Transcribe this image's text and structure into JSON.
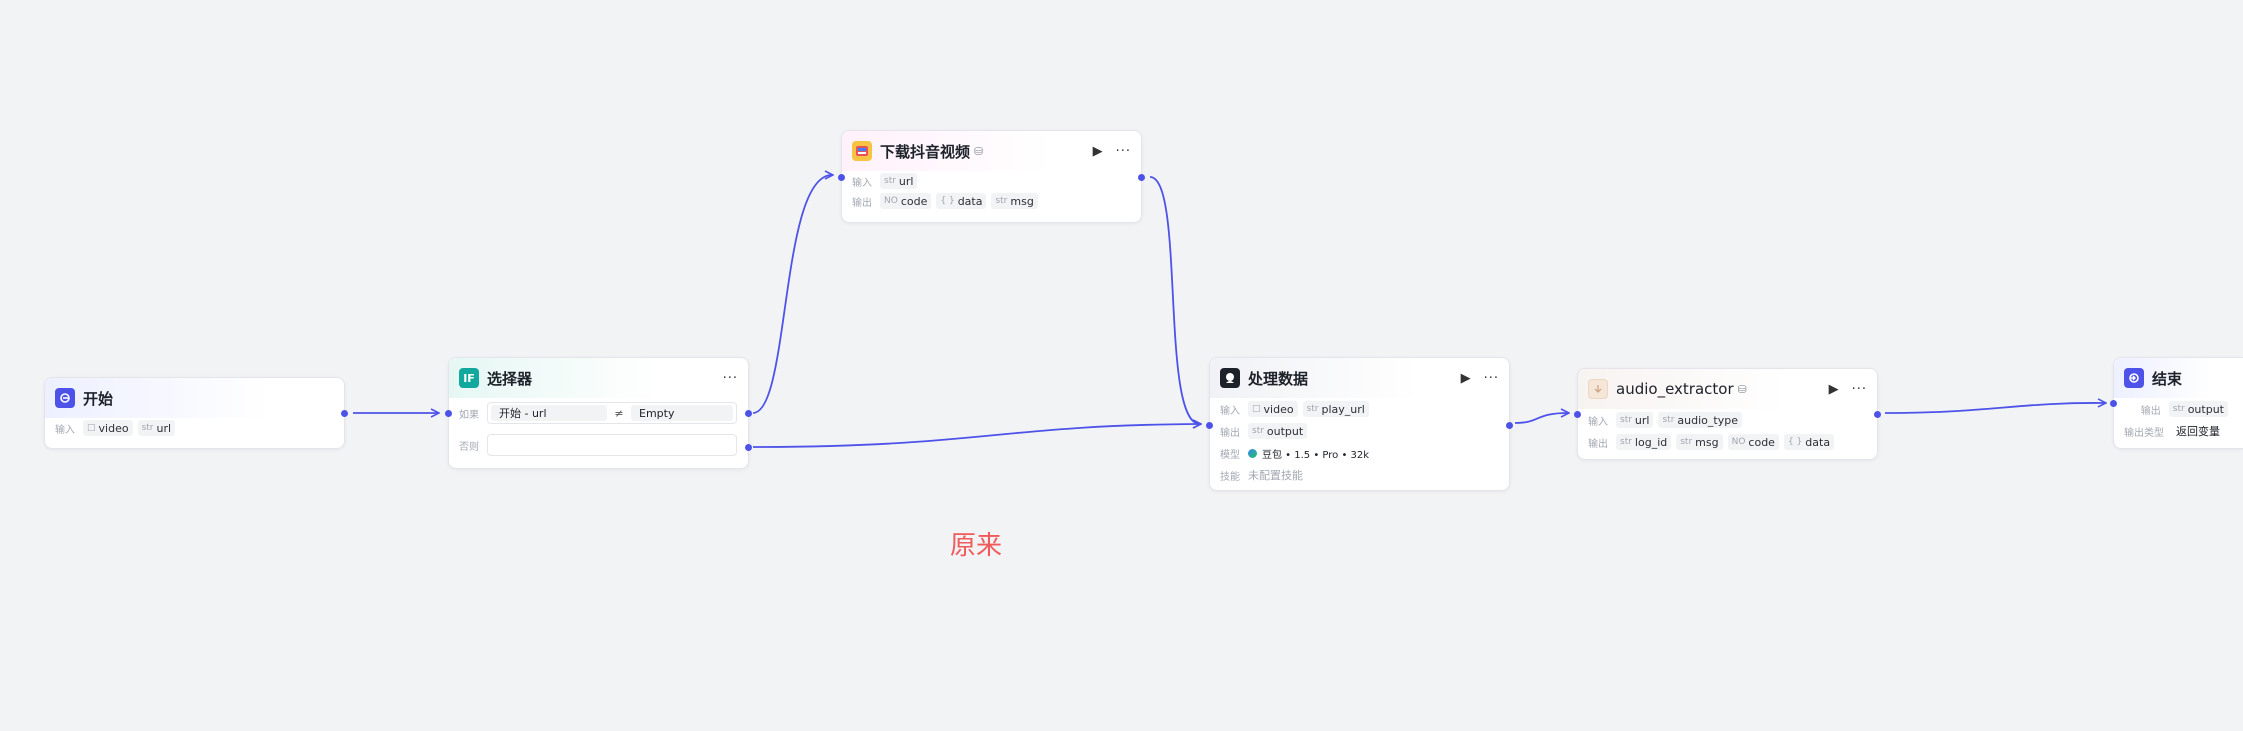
{
  "nodes": {
    "start": {
      "title": "开始",
      "input_label": "输入",
      "inputs": [
        {
          "type": "□",
          "name": "video"
        },
        {
          "type": "str",
          "name": "url"
        }
      ]
    },
    "selector": {
      "title": "选择器",
      "if_label": "如果",
      "condition_left": "开始 - url",
      "condition_op": "≠",
      "condition_right": "Empty",
      "else_label": "否则"
    },
    "download": {
      "title": "下载抖音视频",
      "input_label": "输入",
      "output_label": "输出",
      "inputs": [
        {
          "type": "str",
          "name": "url"
        }
      ],
      "outputs": [
        {
          "type": "NO",
          "name": "code"
        },
        {
          "type": "{ }",
          "name": "data"
        },
        {
          "type": "str",
          "name": "msg"
        }
      ]
    },
    "process": {
      "title": "处理数据",
      "input_label": "输入",
      "output_label": "输出",
      "model_label": "模型",
      "skill_label": "技能",
      "inputs": [
        {
          "type": "□",
          "name": "video"
        },
        {
          "type": "str",
          "name": "play_url"
        }
      ],
      "outputs": [
        {
          "type": "str",
          "name": "output"
        }
      ],
      "model": "豆包 • 1.5 • Pro • 32k",
      "skill": "未配置技能"
    },
    "audio": {
      "title": "audio_extractor",
      "input_label": "输入",
      "output_label": "输出",
      "inputs": [
        {
          "type": "str",
          "name": "url"
        },
        {
          "type": "str",
          "name": "audio_type"
        }
      ],
      "outputs": [
        {
          "type": "str",
          "name": "log_id"
        },
        {
          "type": "str",
          "name": "msg"
        },
        {
          "type": "NO",
          "name": "code"
        },
        {
          "type": "{ }",
          "name": "data"
        }
      ]
    },
    "end": {
      "title": "结束",
      "output_label": "输出",
      "output_type_label": "输出类型",
      "outputs": [
        {
          "type": "str",
          "name": "output"
        }
      ],
      "output_type": "返回变量"
    }
  },
  "note": "原来",
  "colors": {
    "edge": "#4d53e8",
    "accent_start": "#4d53e8",
    "accent_selector": "#13a89e",
    "note": "#f05a5a"
  },
  "icons": {
    "start": "start-icon",
    "selector": "if-icon",
    "download": "plugin-icon",
    "process": "llm-icon",
    "audio": "plugin-icon",
    "end": "end-icon"
  }
}
